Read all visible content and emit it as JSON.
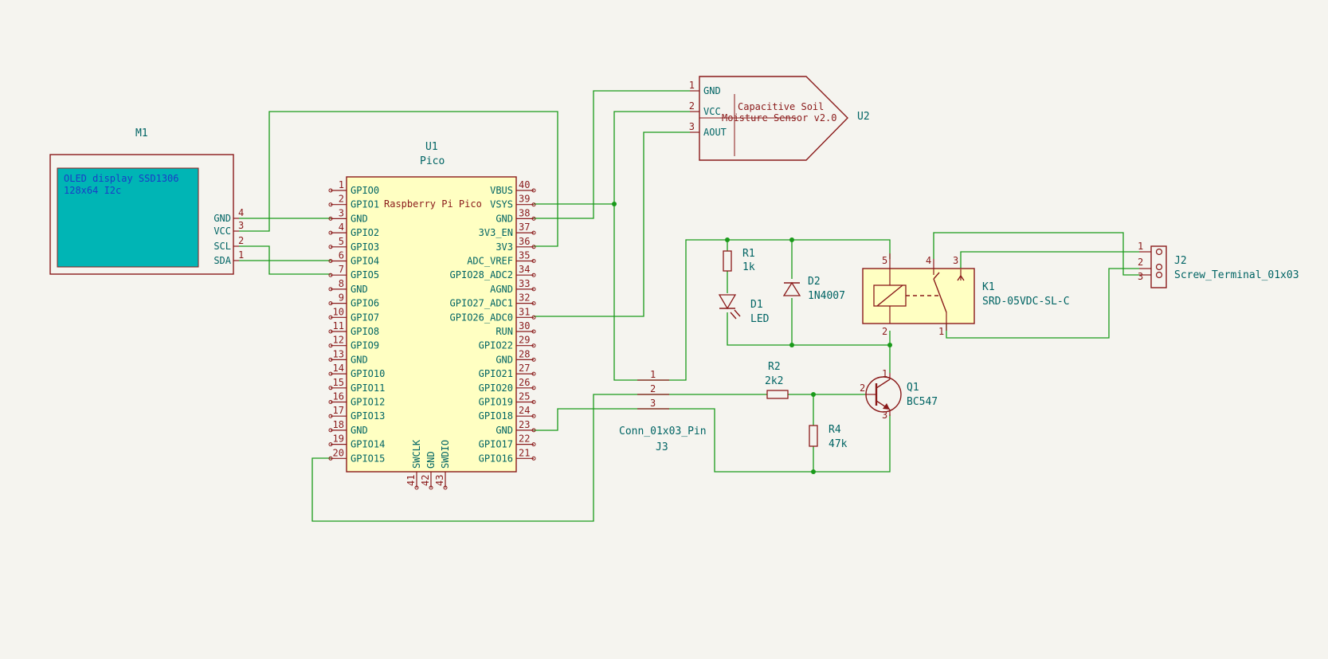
{
  "M1": {
    "ref": "M1",
    "text1": "OLED display SSD1306",
    "text2": "128x64 I2c",
    "pins": [
      {
        "name": "GND",
        "num": "4"
      },
      {
        "name": "VCC",
        "num": "3"
      },
      {
        "name": "SCL",
        "num": "2"
      },
      {
        "name": "SDA",
        "num": "1"
      }
    ]
  },
  "U1": {
    "ref": "U1",
    "value": "Pico",
    "body_label": "Raspberry Pi Pico",
    "left_pins": [
      {
        "num": "1",
        "name": "GPIO0"
      },
      {
        "num": "2",
        "name": "GPIO1"
      },
      {
        "num": "3",
        "name": "GND"
      },
      {
        "num": "4",
        "name": "GPIO2"
      },
      {
        "num": "5",
        "name": "GPIO3"
      },
      {
        "num": "6",
        "name": "GPIO4"
      },
      {
        "num": "7",
        "name": "GPIO5"
      },
      {
        "num": "8",
        "name": "GND"
      },
      {
        "num": "9",
        "name": "GPIO6"
      },
      {
        "num": "10",
        "name": "GPIO7"
      },
      {
        "num": "11",
        "name": "GPIO8"
      },
      {
        "num": "12",
        "name": "GPIO9"
      },
      {
        "num": "13",
        "name": "GND"
      },
      {
        "num": "14",
        "name": "GPIO10"
      },
      {
        "num": "15",
        "name": "GPIO11"
      },
      {
        "num": "16",
        "name": "GPIO12"
      },
      {
        "num": "17",
        "name": "GPIO13"
      },
      {
        "num": "18",
        "name": "GND"
      },
      {
        "num": "19",
        "name": "GPIO14"
      },
      {
        "num": "20",
        "name": "GPIO15"
      }
    ],
    "right_pins": [
      {
        "num": "40",
        "name": "VBUS"
      },
      {
        "num": "39",
        "name": "VSYS"
      },
      {
        "num": "38",
        "name": "GND"
      },
      {
        "num": "37",
        "name": "3V3_EN"
      },
      {
        "num": "36",
        "name": "3V3"
      },
      {
        "num": "35",
        "name": "ADC_VREF"
      },
      {
        "num": "34",
        "name": "GPIO28_ADC2"
      },
      {
        "num": "33",
        "name": "AGND"
      },
      {
        "num": "32",
        "name": "GPIO27_ADC1"
      },
      {
        "num": "31",
        "name": "GPIO26_ADC0"
      },
      {
        "num": "30",
        "name": "RUN"
      },
      {
        "num": "29",
        "name": "GPIO22"
      },
      {
        "num": "28",
        "name": "GND"
      },
      {
        "num": "27",
        "name": "GPIO21"
      },
      {
        "num": "26",
        "name": "GPIO20"
      },
      {
        "num": "25",
        "name": "GPIO19"
      },
      {
        "num": "24",
        "name": "GPIO18"
      },
      {
        "num": "23",
        "name": "GND"
      },
      {
        "num": "22",
        "name": "GPIO17"
      },
      {
        "num": "21",
        "name": "GPIO16"
      }
    ],
    "bottom_pins": [
      {
        "num": "41",
        "name": "SWCLK"
      },
      {
        "num": "42",
        "name": "GND"
      },
      {
        "num": "43",
        "name": "SWDIO"
      }
    ]
  },
  "U2": {
    "ref": "U2",
    "text1": "Capacitive Soil",
    "text2": "Moisture Sensor v2.0",
    "pins": [
      {
        "num": "1",
        "name": "GND"
      },
      {
        "num": "2",
        "name": "VCC"
      },
      {
        "num": "3",
        "name": "AOUT"
      }
    ]
  },
  "R1": {
    "ref": "R1",
    "value": "1k"
  },
  "D1": {
    "ref": "D1",
    "value": "LED"
  },
  "D2": {
    "ref": "D2",
    "value": "1N4007"
  },
  "K1": {
    "ref": "K1",
    "value": "SRD-05VDC-SL-C",
    "pins": [
      "5",
      "4",
      "3",
      "2",
      "1"
    ]
  },
  "J2": {
    "ref": "J2",
    "value": "Screw_Terminal_01x03",
    "pins": [
      "1",
      "2",
      "3"
    ]
  },
  "J3": {
    "ref": "J3",
    "value": "Conn_01x03_Pin",
    "pins": [
      "1",
      "2",
      "3"
    ]
  },
  "R2": {
    "ref": "R2",
    "value": "2k2"
  },
  "R4": {
    "ref": "R4",
    "value": "47k"
  },
  "Q1": {
    "ref": "Q1",
    "value": "BC547",
    "pins": [
      "2",
      "1",
      "3"
    ]
  },
  "colors": {
    "wire": "#1a9a1a",
    "symbol": "#8a1a1a",
    "text": "#006464",
    "ic_fill": "#ffffc2",
    "oled_fill": "#00b5b5",
    "oled_text": "#1a3cc8",
    "background": "#f5f4ef"
  }
}
